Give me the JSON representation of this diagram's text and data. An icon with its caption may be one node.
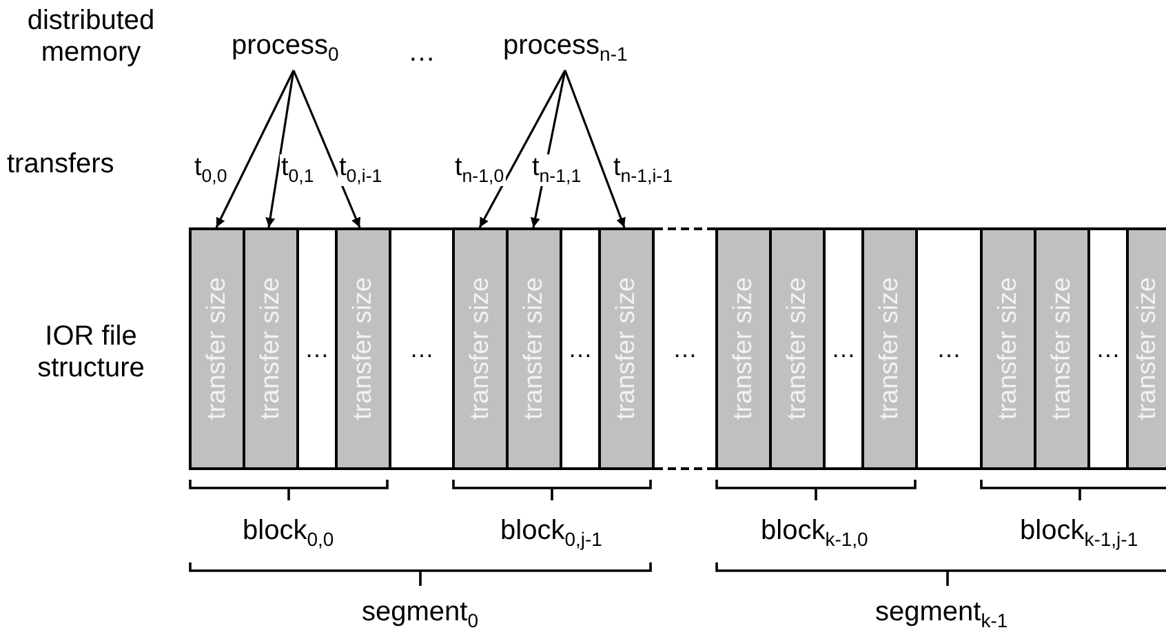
{
  "diagram": {
    "nodes": [
      {
        "text": [
          "process$_{0}$"
        ]
      },
      {
        "text": [
          "process$_{n-1}$"
        ]
      },
      {
        "text": [
          "transfer size"
        ]
      },
      {
        "text": [
          "transfer size"
        ]
      },
      {
        "text": [
          "…"
        ]
      },
      {
        "text": [
          "transfer size"
        ]
      },
      {
        "text": [
          "…"
        ]
      },
      {
        "text": [
          "transfer size"
        ]
      },
      {
        "text": [
          "transfer size"
        ]
      },
      {
        "text": [
          "…"
        ]
      },
      {
        "text": [
          "transfer size"
        ]
      },
      {
        "text": [
          "…"
        ]
      },
      {
        "text": [
          "transfer size"
        ]
      },
      {
        "text": [
          "transfer size"
        ]
      },
      {
        "text": [
          "…"
        ]
      },
      {
        "text": [
          "transfer size"
        ]
      },
      {
        "text": [
          "…"
        ]
      },
      {
        "text": [
          "transfer size"
        ]
      },
      {
        "text": [
          "transfer size"
        ]
      },
      {
        "text": [
          "…"
        ]
      },
      {
        "text": [
          "transfer size"
        ]
      }
    ],
    "edges": [
      {
        "from": 0,
        "to": 2,
        "arrow": "to",
        "label": "t$_{0,0}$"
      },
      {
        "from": 0,
        "to": 3,
        "arrow": "to",
        "label": "t$_{0,1}$"
      },
      {
        "from": 0,
        "to": 5,
        "arrow": "to",
        "label": "t$_{0,i-1}$"
      },
      {
        "from": 1,
        "to": 7,
        "arrow": "to",
        "label": "t$_{n-1,0}$"
      },
      {
        "from": 1,
        "to": 8,
        "arrow": "to",
        "label": "t$_{n-1,1}$"
      },
      {
        "from": 1,
        "to": 10,
        "arrow": "to",
        "label": "t$_{n-1,i-1}$"
      }
    ],
    "labels": [
      "distributed memory",
      "…",
      "transfers",
      "IOR file structure",
      "block$_{0,0}$",
      "block$_{0,j-1}$",
      "block$_{k-1,0}$",
      "block$_{k-1,j-1}$",
      "segment$_{0}$",
      "segment$_{k-1}$"
    ]
  }
}
